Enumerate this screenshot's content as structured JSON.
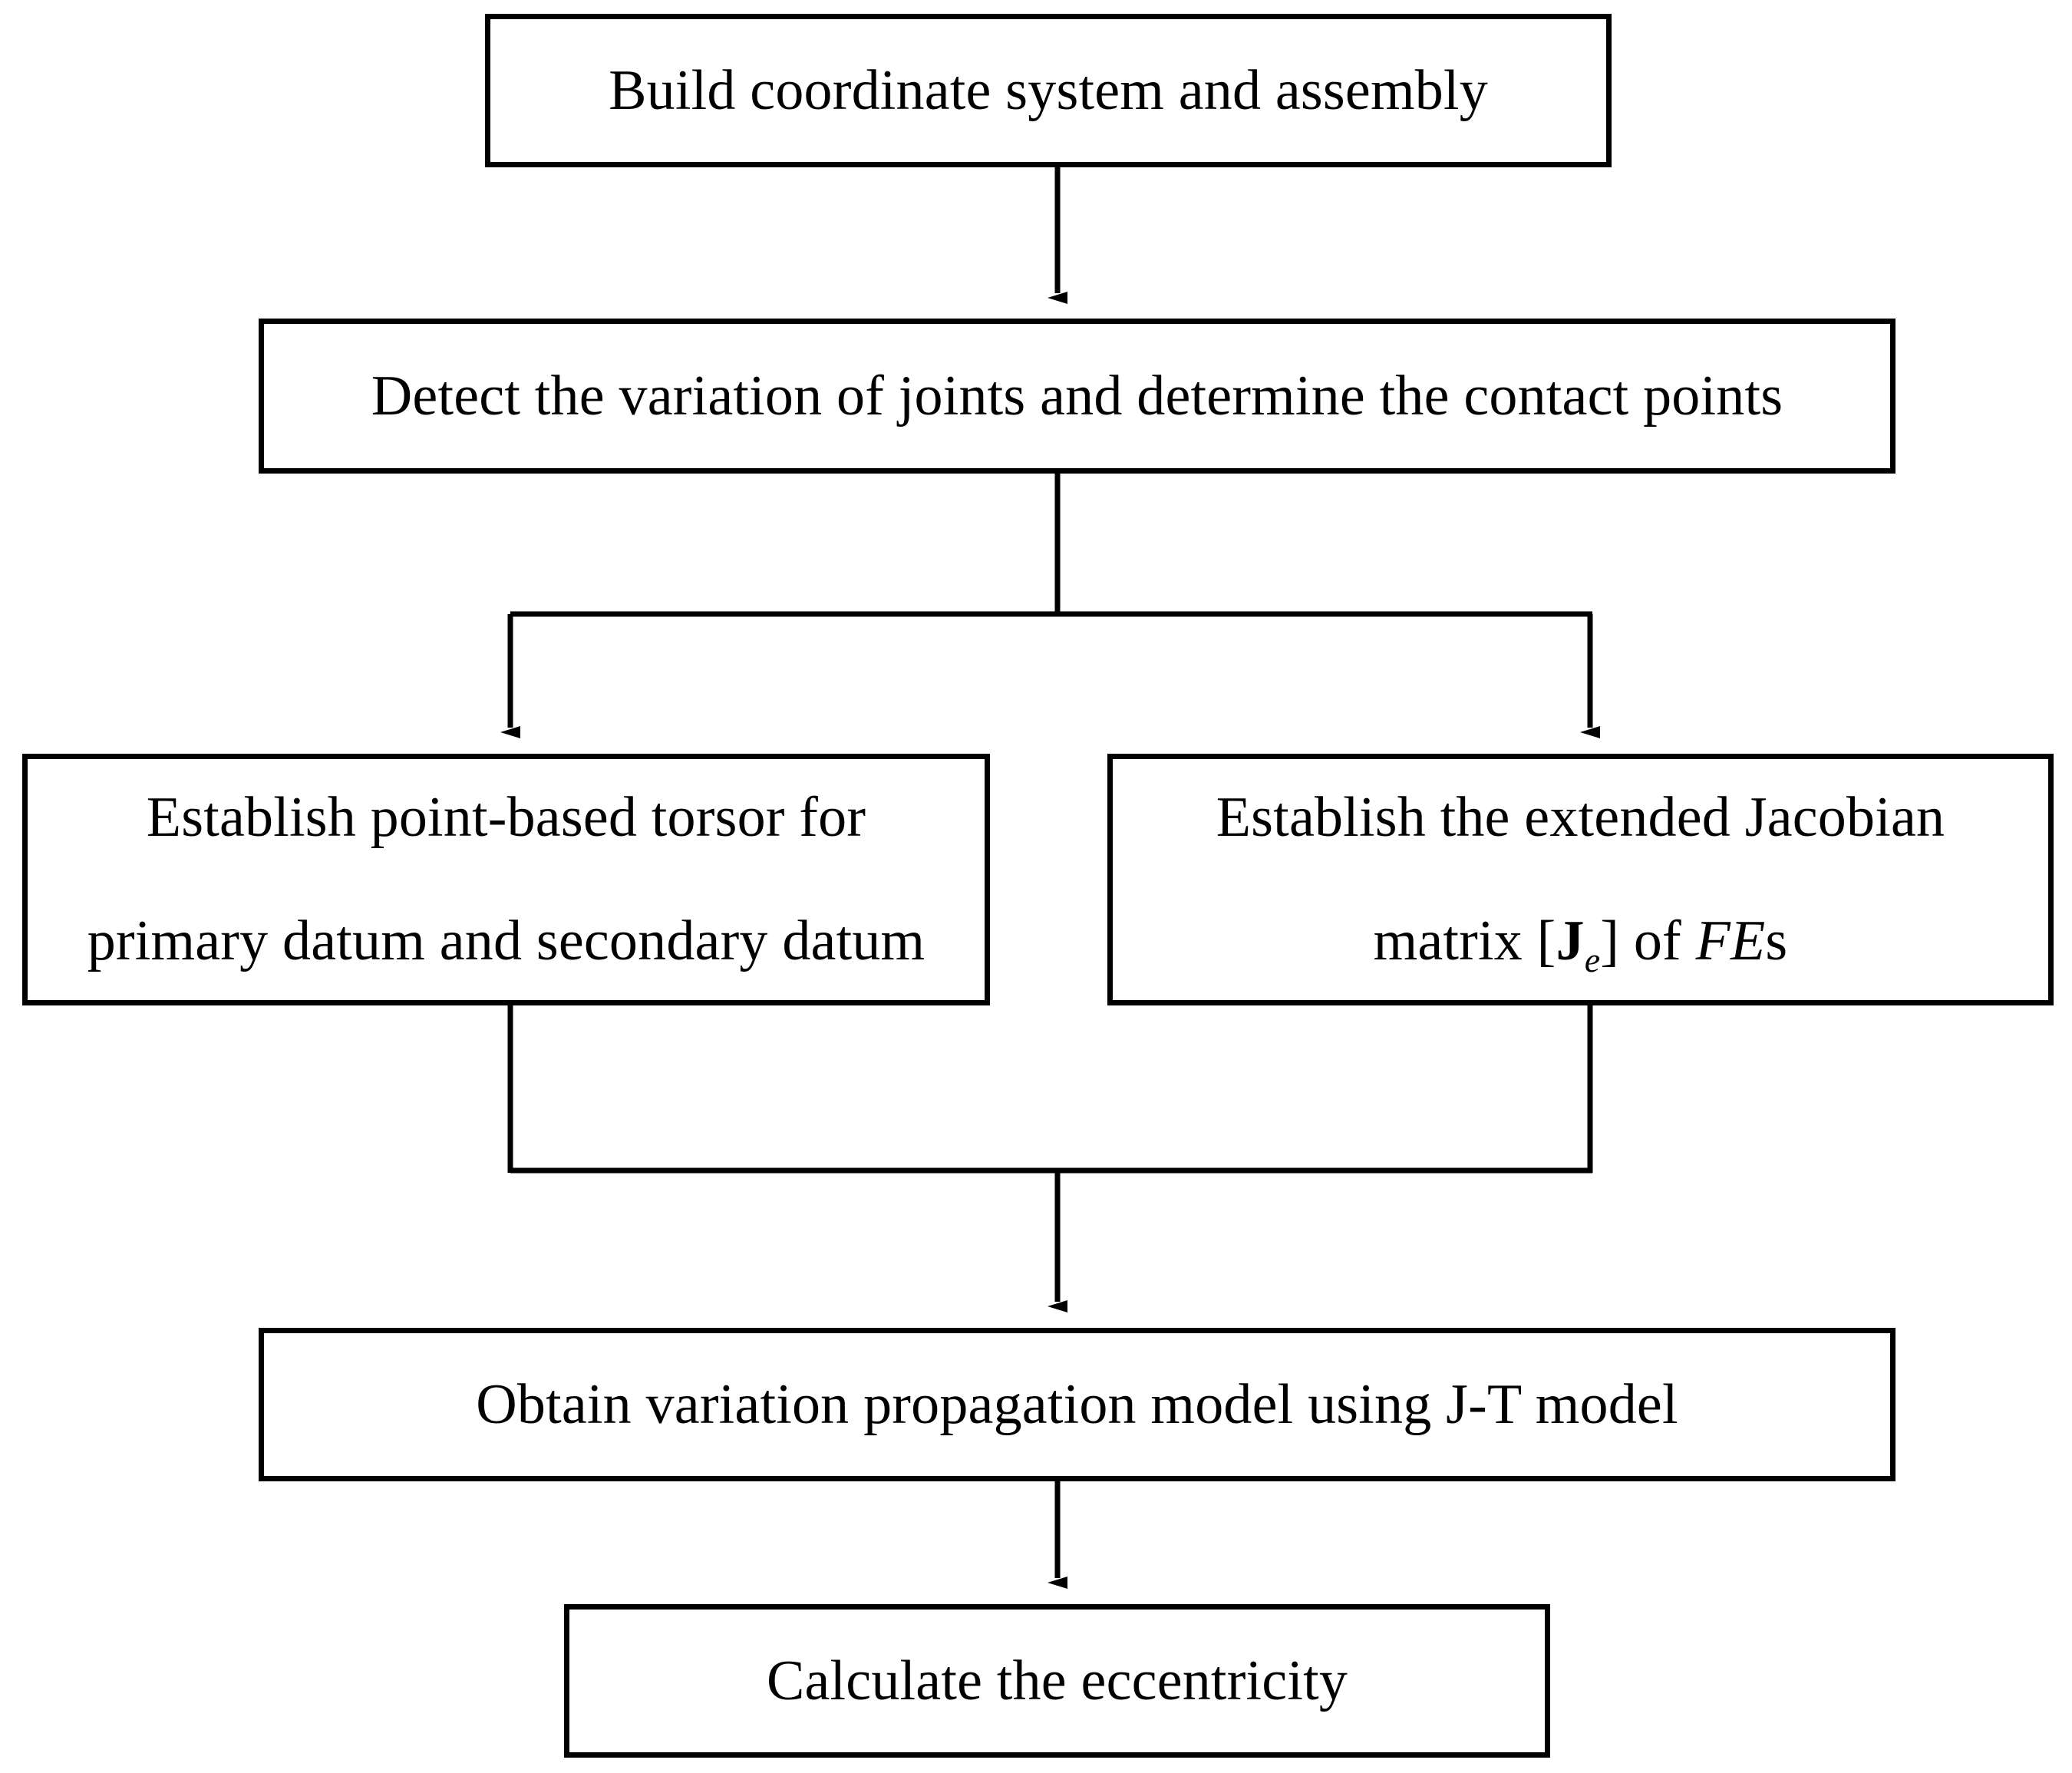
{
  "diagram": {
    "type": "flowchart",
    "title": "Variation propagation modeling flowchart",
    "background_color": "#ffffff",
    "stroke_color": "#000000",
    "nodes": [
      {
        "id": "build",
        "lines": [
          "Build coordinate system and assembly"
        ]
      },
      {
        "id": "detect",
        "lines": [
          "Detect the variation of joints and determine the contact points"
        ]
      },
      {
        "id": "torsor",
        "lines": [
          "Establish point-based torsor for",
          "primary datum and secondary datum"
        ]
      },
      {
        "id": "jacobian",
        "lines": [
          "Establish the extended Jacobian",
          "matrix [J_e] of FEs"
        ],
        "line1": "Establish the extended Jacobian",
        "line2_prefix": "matrix [",
        "line2_symbol": "J",
        "line2_subscript": "e",
        "line2_mid": "] of ",
        "line2_italic": "FE",
        "line2_suffix": "s"
      },
      {
        "id": "propagation",
        "lines": [
          "Obtain variation propagation model using J-T model"
        ]
      },
      {
        "id": "eccentric",
        "lines": [
          "Calculate the eccentricity"
        ]
      }
    ],
    "edges": [
      {
        "id": "build-to-detect",
        "from": "build",
        "to": "detect",
        "style": "straight-arrow"
      },
      {
        "id": "detect-to-split",
        "from": "detect",
        "to": "split-bar",
        "style": "straight"
      },
      {
        "id": "split-to-torsor",
        "from": "split-bar",
        "to": "torsor",
        "style": "elbow-arrow"
      },
      {
        "id": "split-to-jacobian",
        "from": "split-bar",
        "to": "jacobian",
        "style": "elbow-arrow"
      },
      {
        "id": "torsor-to-merge",
        "from": "torsor",
        "to": "merge-bar",
        "style": "elbow"
      },
      {
        "id": "jacobian-to-merge",
        "from": "jacobian",
        "to": "merge-bar",
        "style": "elbow"
      },
      {
        "id": "merge-to-propagation",
        "from": "merge-bar",
        "to": "propagation",
        "style": "straight-arrow"
      },
      {
        "id": "propagation-to-eccentric",
        "from": "propagation",
        "to": "eccentric",
        "style": "straight-arrow"
      }
    ]
  }
}
